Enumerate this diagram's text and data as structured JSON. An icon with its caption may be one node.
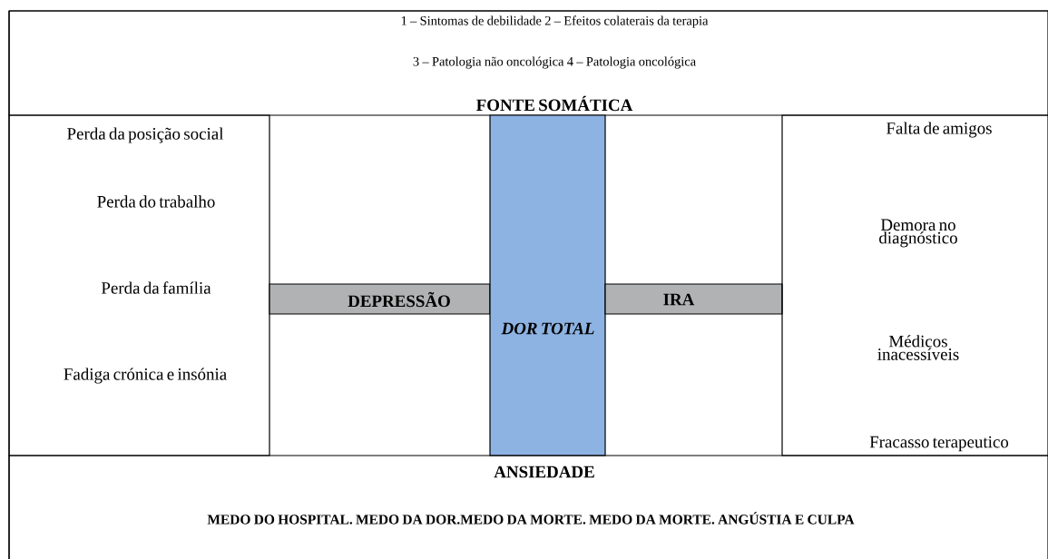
{
  "diagram": {
    "nodes": [
      {
        "text": [
          "1 – Sintomas de debilidade   2 – Efeitos colaterais da terapia",
          "3 – Patologia não oncológica   4 – Patologia oncológica",
          "FONTE SOMÁTICA"
        ]
      },
      {
        "text": [
          "Perda da posição social",
          "Perda do trabalho",
          "Perda da família",
          "Fadiga crónica e insónia"
        ]
      },
      {
        "text": [
          "DEPRESSÃO"
        ]
      },
      {
        "text": [
          "DOR TOTAL"
        ]
      },
      {
        "text": [
          "IRA"
        ]
      },
      {
        "text": [
          "Falta de amigos",
          "Demora no diagnóstico",
          "Médicos inacessíveis",
          "Fracasso terapeutico"
        ]
      },
      {
        "text": [
          "ANSIEDADE",
          "MEDO DO HOSPITAL. MEDO DA DOR.MEDO DA MORTE. MEDO DA MORTE. ANGÚSTIA E CULPA"
        ]
      }
    ]
  }
}
